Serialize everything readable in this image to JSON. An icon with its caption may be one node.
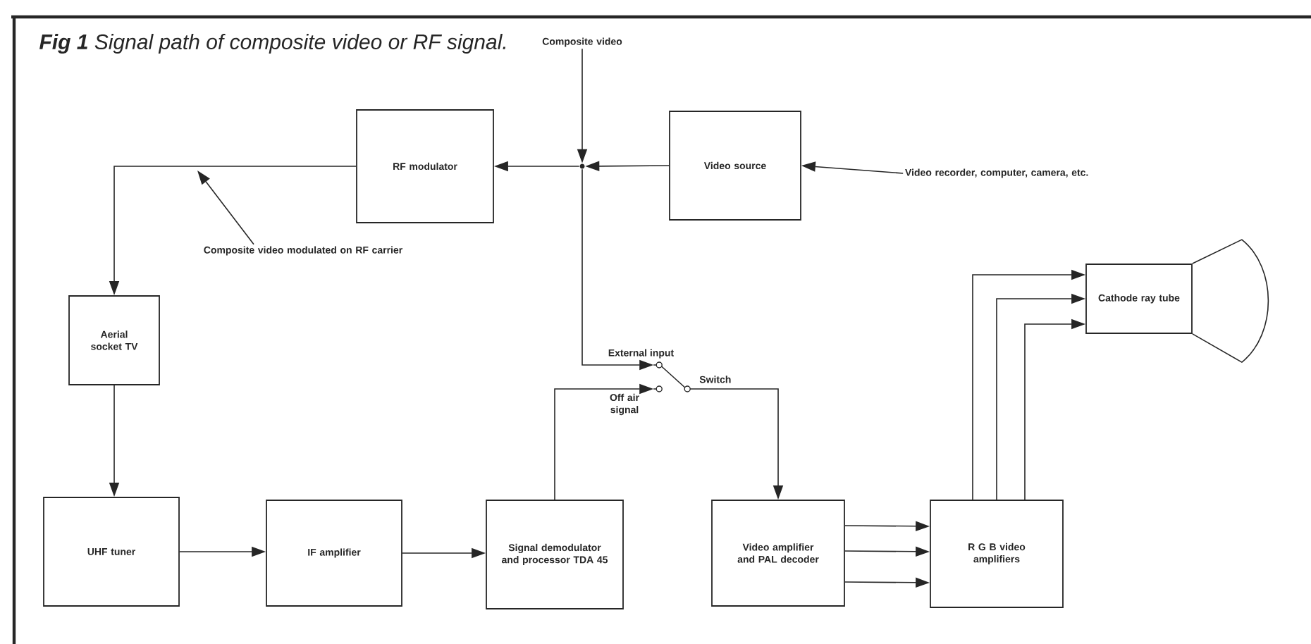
{
  "diagram": {
    "title": "**Fig 1** Signal path of composite video or RF signal.",
    "nodes": [
      {
        "text": [
          "Composite video"
        ]
      },
      {
        "text": [
          "RF modulator"
        ]
      },
      {
        "text": [],
        "shape": "circle"
      },
      {
        "text": [
          "Video source"
        ]
      },
      {
        "text": [
          "Video recorder, computer, camera, etc."
        ]
      },
      {
        "text": [
          "Composite video modulated on RF carrier"
        ]
      },
      {
        "text": [
          "Aerial socket TV"
        ]
      },
      {
        "text": [],
        "shape": "switch",
        "beside": [
          "Switch"
        ]
      },
      {
        "text": [
          "Cathode ray tube"
        ]
      },
      {
        "text": [
          "UHF tuner"
        ]
      },
      {
        "text": [
          "IF amplifier"
        ]
      },
      {
        "text": [
          "Signal demodulator and processor TDA 45"
        ]
      },
      {
        "text": [
          "Video amplifier and PAL decoder"
        ]
      },
      {
        "text": [
          "R G B video amplifiers"
        ]
      }
    ],
    "edges": [
      {
        "from": 3,
        "to": 2,
        "arrow": "to"
      },
      {
        "from": 2,
        "to": 1,
        "arrow": "to"
      },
      {
        "from": 1,
        "to": 6,
        "arrow": "to"
      },
      {
        "from": 6,
        "to": 9,
        "arrow": "to"
      },
      {
        "from": 9,
        "to": 10,
        "arrow": "to"
      },
      {
        "from": 10,
        "to": 11,
        "arrow": "to"
      },
      {
        "from": 11,
        "to": 7,
        "arrow": "to"
      },
      {
        "from": 2,
        "to": 7,
        "arrow": "to"
      },
      {
        "from": 7,
        "to": 12,
        "arrow": "to"
      },
      {
        "from": 12,
        "to": 13,
        "arrow": "to"
      },
      {
        "from": 12,
        "to": 13,
        "arrow": "to"
      },
      {
        "from": 12,
        "to": 13,
        "arrow": "to"
      },
      {
        "from": 13,
        "to": 8,
        "arrow": "to"
      },
      {
        "from": 13,
        "to": 8,
        "arrow": "to"
      },
      {
        "from": 13,
        "to": 8,
        "arrow": "to"
      },
      {
        "from": 0,
        "to": 2,
        "arrow": "to"
      },
      {
        "from": 4,
        "to": 3,
        "arrow": "to"
      },
      {
        "from": 5,
        "to": null,
        "arrow": "to"
      }
    ],
    "labels": [
      "External input",
      "Off air signal"
    ]
  }
}
